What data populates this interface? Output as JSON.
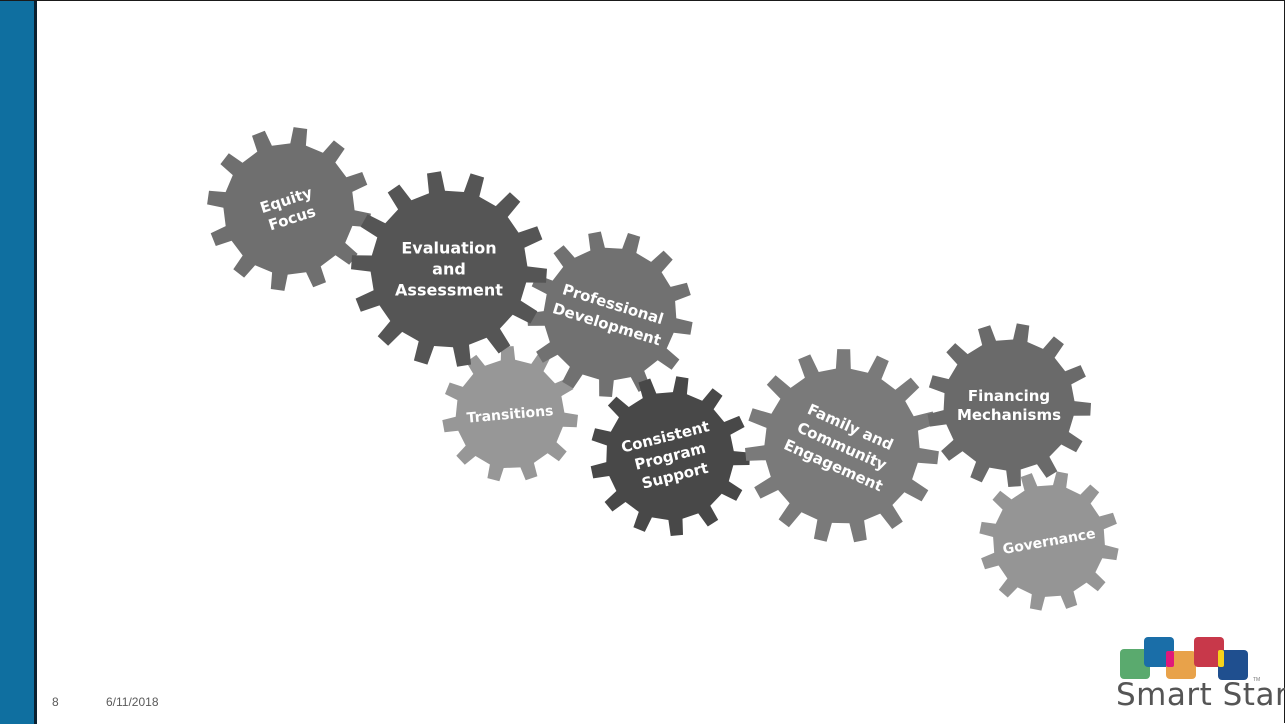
{
  "slide": {
    "page_number": "8",
    "date": "6/11/2018"
  },
  "gears": [
    {
      "id": "equity-focus",
      "lines": [
        "Equity",
        "Focus"
      ],
      "color": "#6f6f6f"
    },
    {
      "id": "evaluation-and-assessment",
      "lines": [
        "Evaluation",
        "and",
        "Assessment"
      ],
      "color": "#555555"
    },
    {
      "id": "professional-development",
      "lines": [
        "Professional",
        "Development"
      ],
      "color": "#717171"
    },
    {
      "id": "transitions",
      "lines": [
        "Transitions"
      ],
      "color": "#979797"
    },
    {
      "id": "consistent-program-support",
      "lines": [
        "Consistent",
        "Program",
        "Support"
      ],
      "color": "#484848"
    },
    {
      "id": "family-and-community-engagement",
      "lines": [
        "Family and",
        "Community",
        "Engagement"
      ],
      "color": "#7a7a7a"
    },
    {
      "id": "financing-mechanisms",
      "lines": [
        "Financing",
        "Mechanisms"
      ],
      "color": "#6a6a6a"
    },
    {
      "id": "governance",
      "lines": [
        "Governance"
      ],
      "color": "#959595"
    }
  ],
  "logo": {
    "text": "Smart Start",
    "tm": "TM",
    "colors": {
      "green": "#5aaa6e",
      "blue": "#1a6ea8",
      "orange": "#e8a24a",
      "red": "#c8384a",
      "magenta": "#e0197a",
      "yellow": "#f5d21a",
      "navy": "#1f4f8f"
    }
  }
}
